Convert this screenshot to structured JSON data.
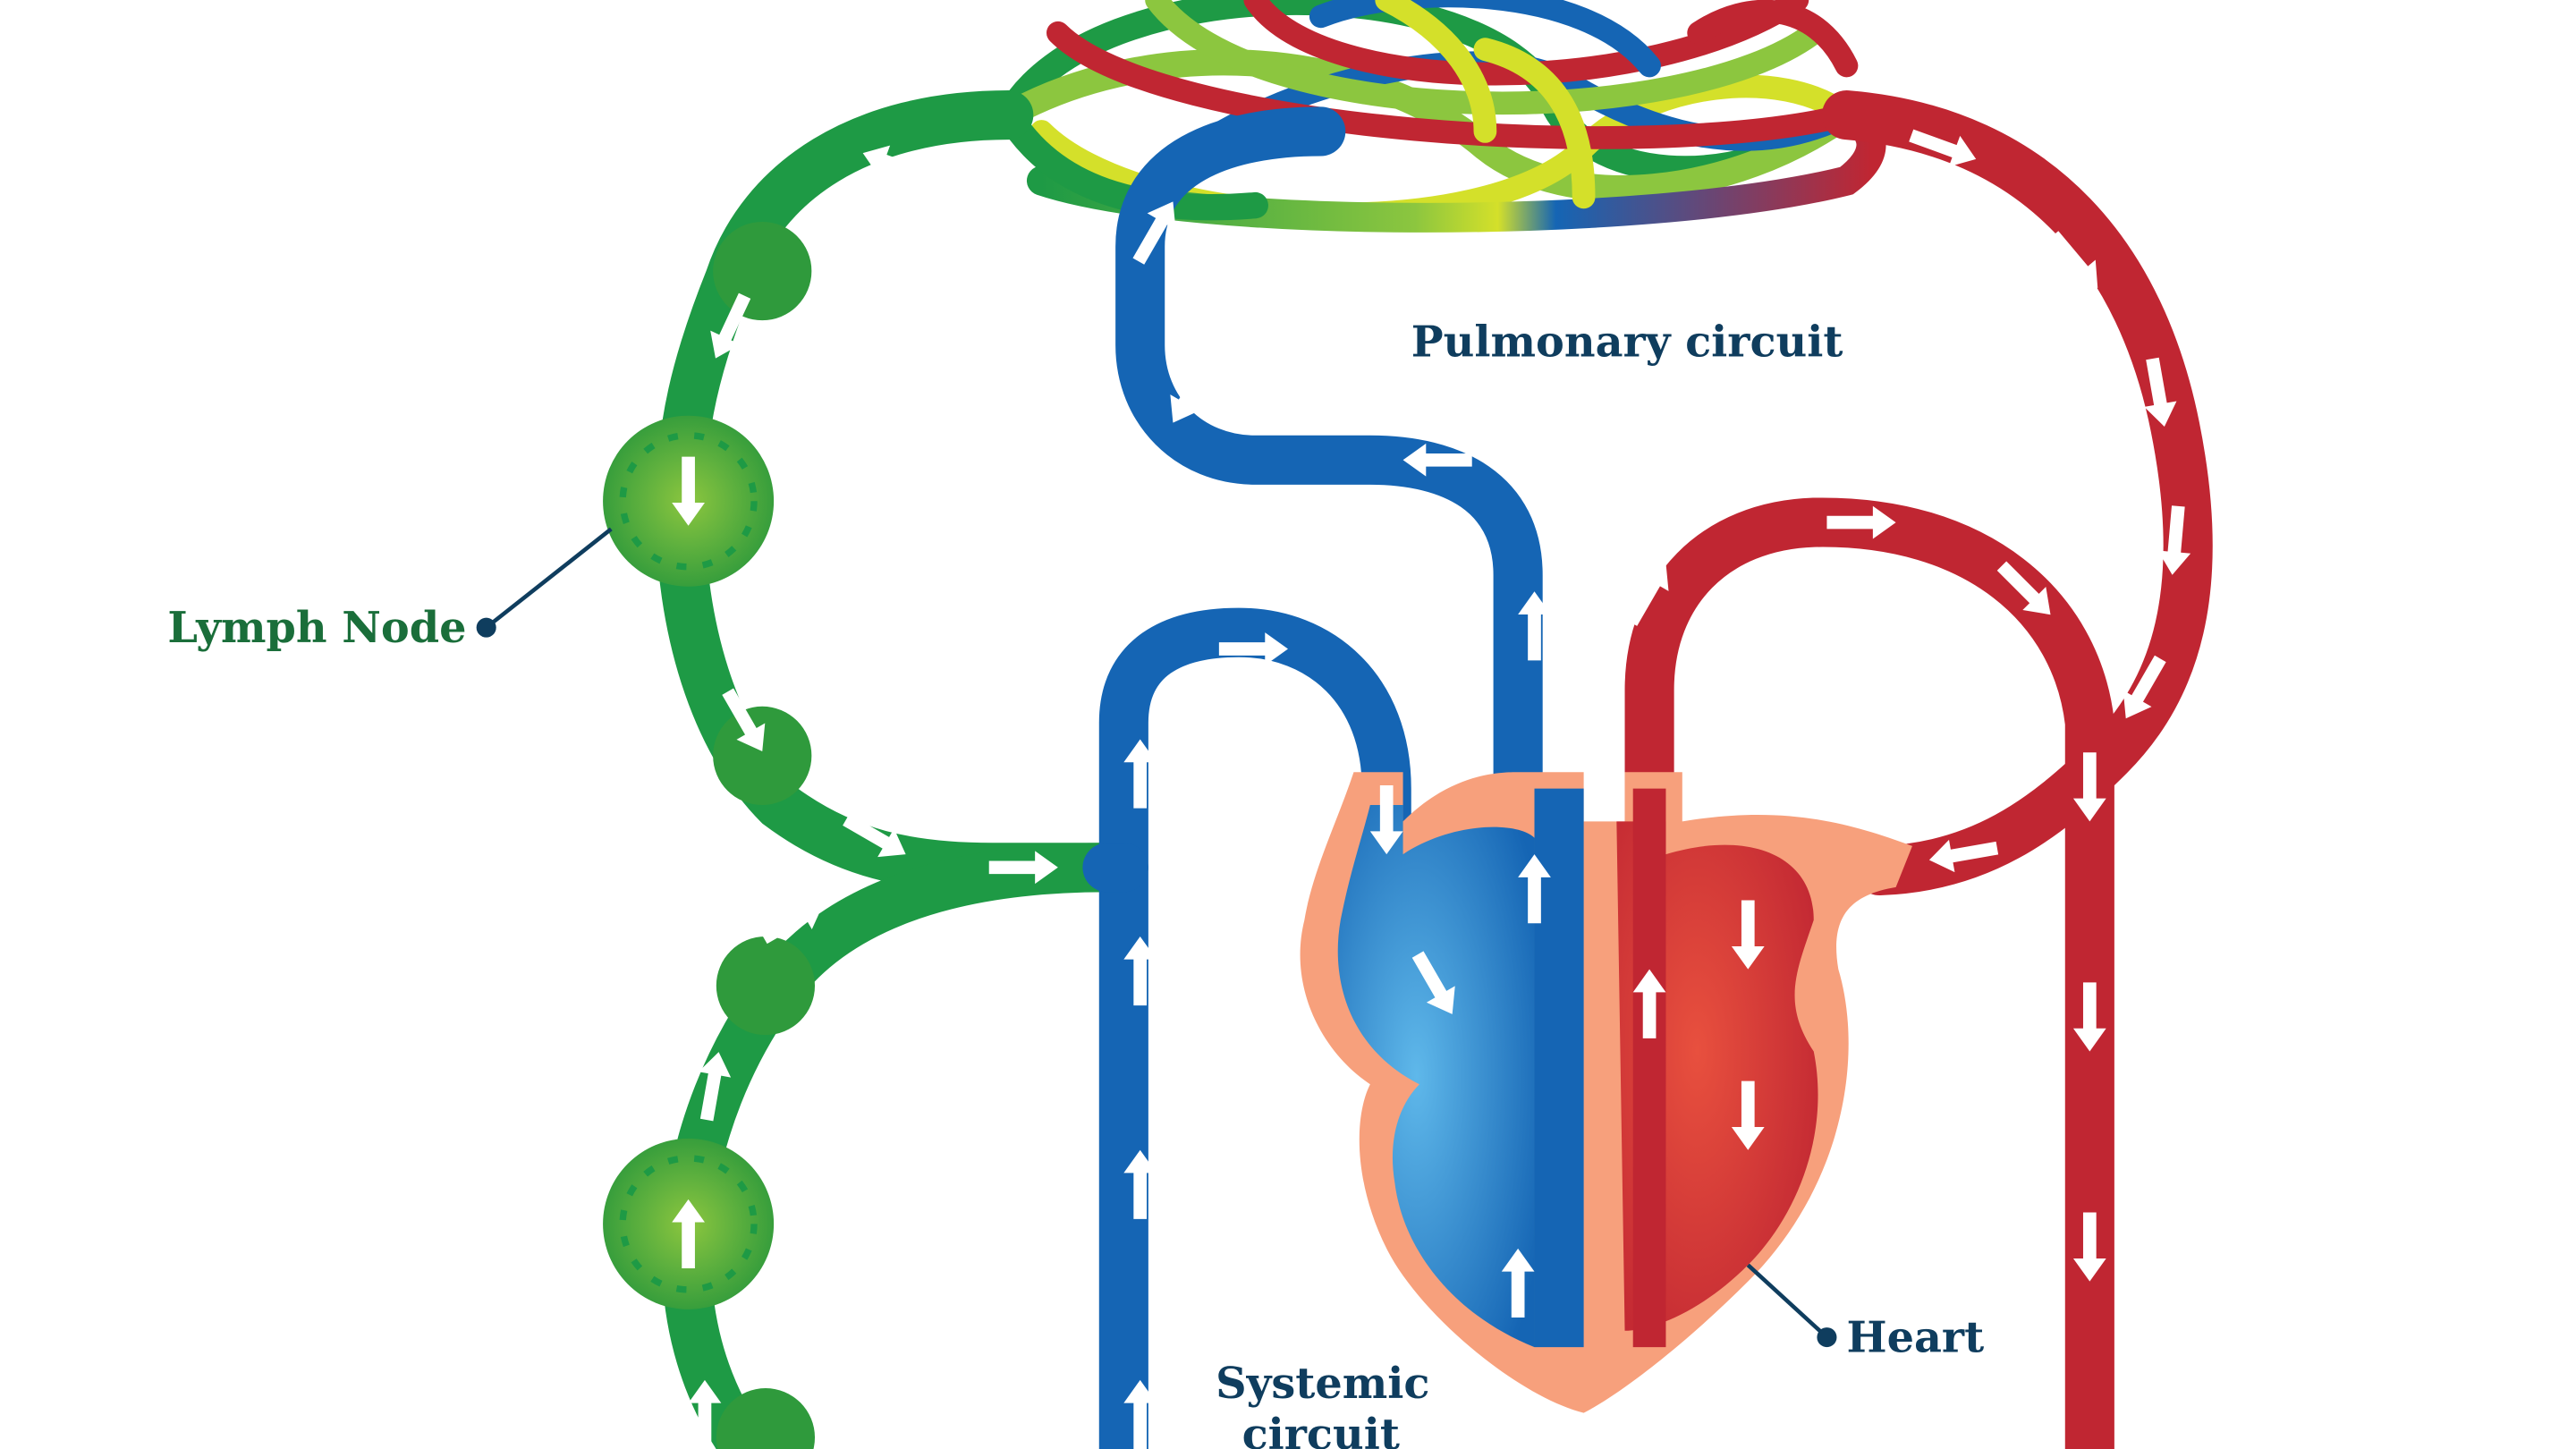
{
  "labels": {
    "pulmonary": "Pulmonary circuit",
    "lymph_node": "Lymph Node",
    "heart": "Heart",
    "systemic_line1": "Systemic",
    "systemic_line2": "circuit"
  },
  "colors": {
    "lymph": "#1e9a45",
    "lymph_light": "#7cc242",
    "venous": "#1565b4",
    "arterial": "#c02632",
    "heart_outer": "#f7a07c",
    "heart_inner": "#ef7d5e",
    "label_dark": "#0f3d5e",
    "label_green": "#1a6e3a",
    "arrow": "#ffffff"
  },
  "icons": [
    "flow-arrow-icon",
    "lymph-node-icon",
    "heart-icon",
    "leader-dot-icon"
  ]
}
